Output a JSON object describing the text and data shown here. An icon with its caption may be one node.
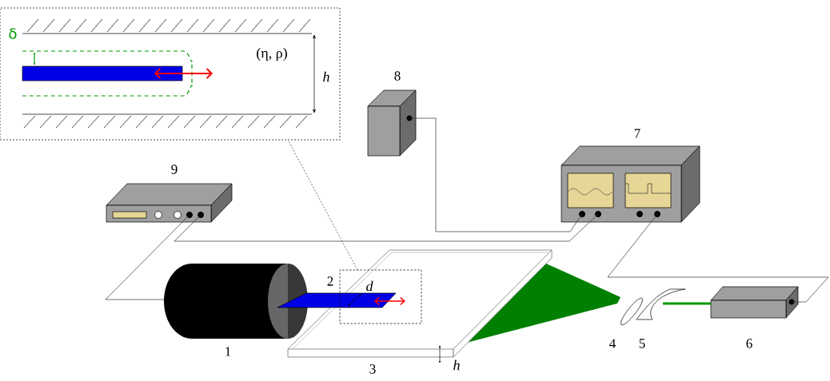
{
  "diagram": {
    "nodes": [
      {
        "text": [],
        "shape": "box"
      },
      {
        "text": [],
        "shape": "box",
        "beside": [
          "9"
        ]
      },
      {
        "text": [],
        "shape": "box",
        "beside": [
          "8"
        ]
      },
      {
        "text": [],
        "shape": "box",
        "beside": [
          "7"
        ]
      },
      {
        "text": [],
        "shape": "cylinder",
        "beside": [
          "1"
        ]
      },
      {
        "text": [],
        "shape": "bar",
        "beside": [
          "2"
        ]
      },
      {
        "text": [],
        "shape": "box",
        "in": 7
      },
      {
        "text": [],
        "shape": "plate",
        "beside": [
          "3"
        ]
      },
      {
        "text": [],
        "shape": "lens",
        "beside": [
          "4"
        ]
      },
      {
        "text": [],
        "shape": "lens",
        "beside": [
          "5"
        ]
      },
      {
        "text": [],
        "shape": "box",
        "beside": [
          "6"
        ]
      }
    ],
    "edges": [
      {
        "from": 1,
        "to": 4,
        "arrow": "none"
      },
      {
        "from": 1,
        "to": 3,
        "arrow": "none"
      },
      {
        "from": 2,
        "to": 3,
        "arrow": "none"
      },
      {
        "from": 3,
        "to": 10,
        "arrow": "none"
      },
      {
        "from": 10,
        "to": 9,
        "arrow": "none",
        "style": "thick",
        "color": "#009900"
      },
      {
        "from": 6,
        "to": 0,
        "arrow": "none",
        "style": "dashed"
      }
    ],
    "labels": [
      "δ",
      "(η, ρ)",
      "h",
      "d",
      "h"
    ]
  }
}
